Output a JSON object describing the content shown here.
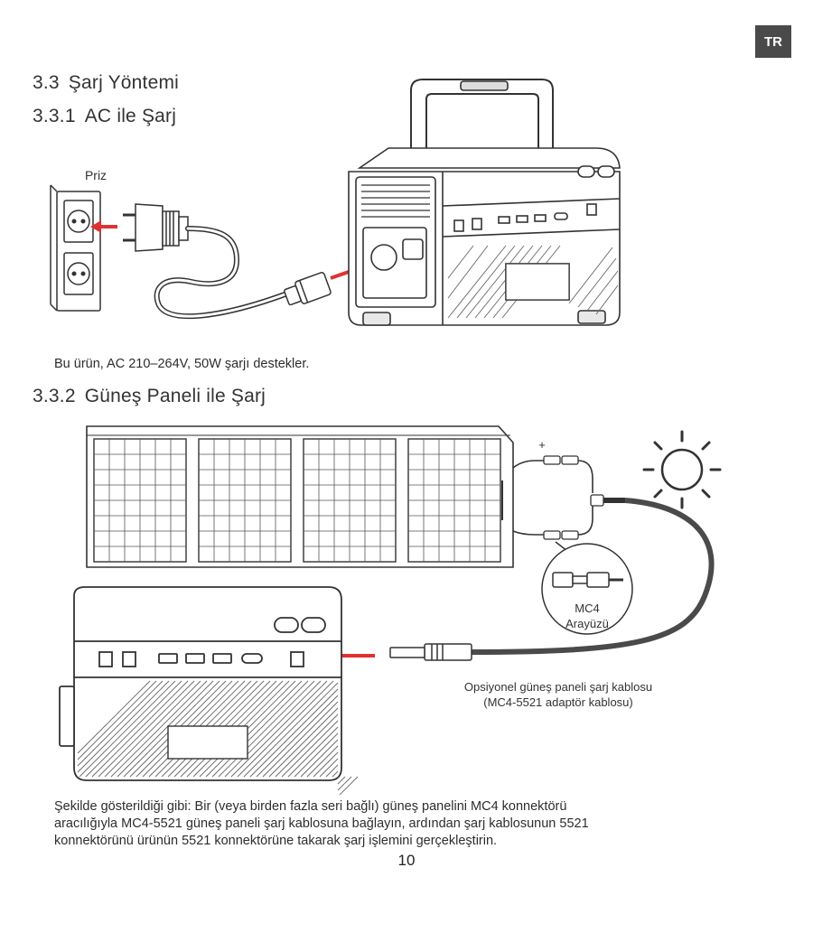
{
  "lang_badge": "TR",
  "section": {
    "number": "3.3",
    "title": "Şarj Yöntemi"
  },
  "sub1": {
    "number": "3.3.1",
    "title": "AC ile Şarj"
  },
  "fig1": {
    "outlet_label": "Priz"
  },
  "ac_text": "Bu ürün, AC 210–264V, 50W şarjı destekler.",
  "sub2": {
    "number": "3.3.2",
    "title": "Güneş Paneli ile Şarj"
  },
  "fig2": {
    "plus_label": "+",
    "mc4_line1": "MC4",
    "mc4_line2": "Arayüzü",
    "cable_line1": "Opsiyonel güneş paneli şarj kablosu",
    "cable_line2": "(MC4-5521 adaptör kablosu)"
  },
  "solar_text": [
    "Şekilde gösterildiği gibi: Bir (veya birden fazla seri bağlı) güneş panelini MC4 konnektörü",
    "aracılığıyla MC4-5521 güneş paneli şarj kablosuna bağlayın, ardından şarj kablosunun 5521",
    "konnektörünü ürünün 5521 konnektörüne takarak şarj işlemini gerçekleştirin."
  ],
  "page_number": "10",
  "colors": {
    "arrow": "#e03131",
    "line": "#333333",
    "badge": "#4a4a4a"
  }
}
